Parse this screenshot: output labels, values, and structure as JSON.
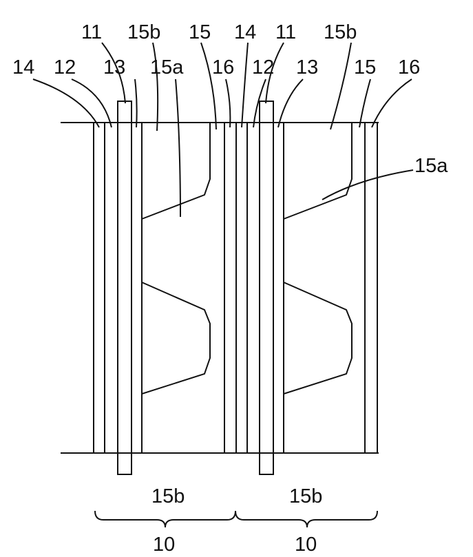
{
  "diagram": {
    "labels": {
      "l14_left": "14",
      "l12_left": "12",
      "l11_left": "11",
      "l15b_top_left": "15b",
      "l13_left": "13",
      "l15a_left": "15a",
      "l15_left": "15",
      "l16_left": "16",
      "l14_mid": "14",
      "l12_mid": "12",
      "l11_right": "11",
      "l15b_top_right": "15b",
      "l13_right": "13",
      "l15_right": "15",
      "l16_right": "16",
      "l15a_right": "15a",
      "l15b_bottom_left": "15b",
      "l15b_bottom_right": "15b",
      "l10_left": "10",
      "l10_right": "10"
    },
    "colors": {
      "line": "#111111",
      "background": "#ffffff"
    }
  }
}
